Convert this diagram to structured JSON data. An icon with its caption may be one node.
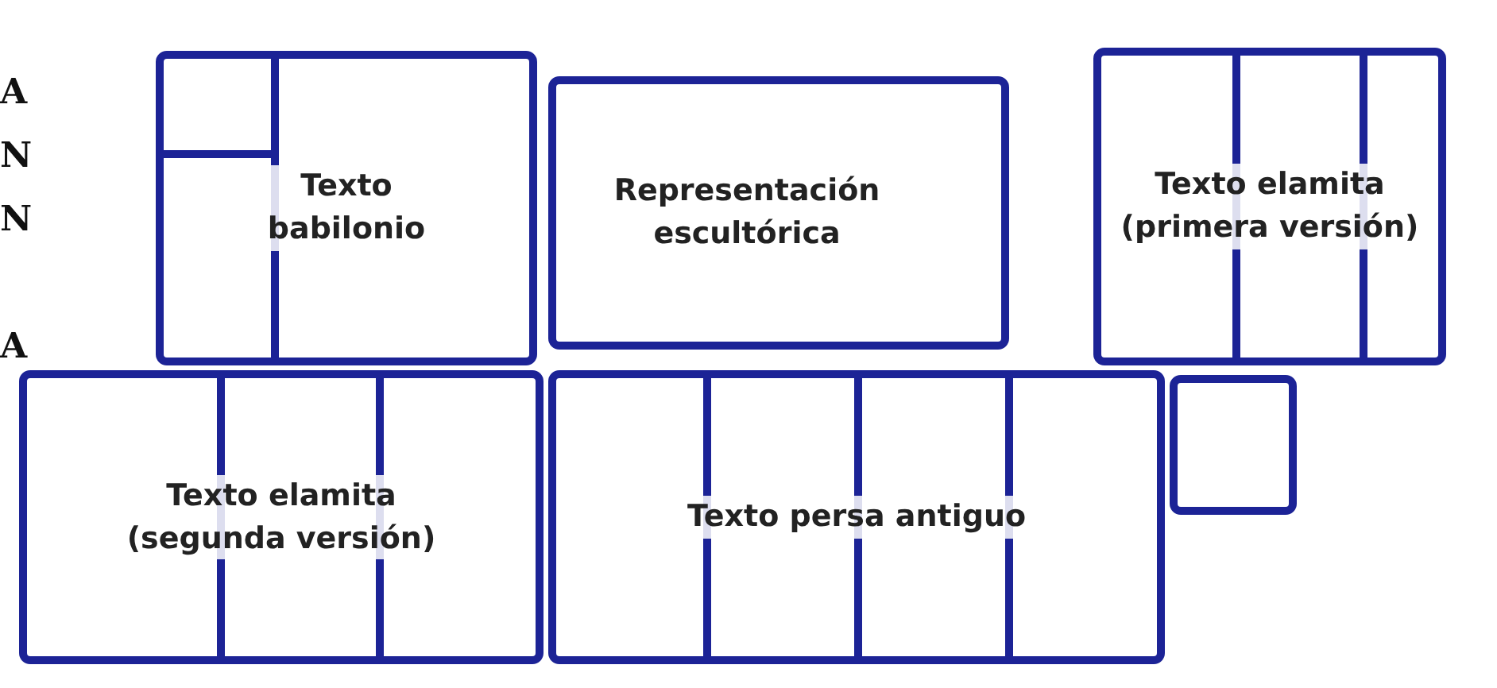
{
  "diagram": {
    "nodes": [
      {
        "text": [
          "Texto babilonio"
        ]
      },
      {
        "text": [
          "Representación escultórica"
        ]
      },
      {
        "text": [
          "Texto elamita (primera versión)"
        ]
      },
      {
        "text": [
          "Texto elamita (segunda versión)"
        ]
      },
      {
        "text": [
          "Texto persa antiguo"
        ]
      }
    ],
    "edges": [],
    "labels": [
      "A",
      "N",
      "N",
      "A"
    ]
  }
}
